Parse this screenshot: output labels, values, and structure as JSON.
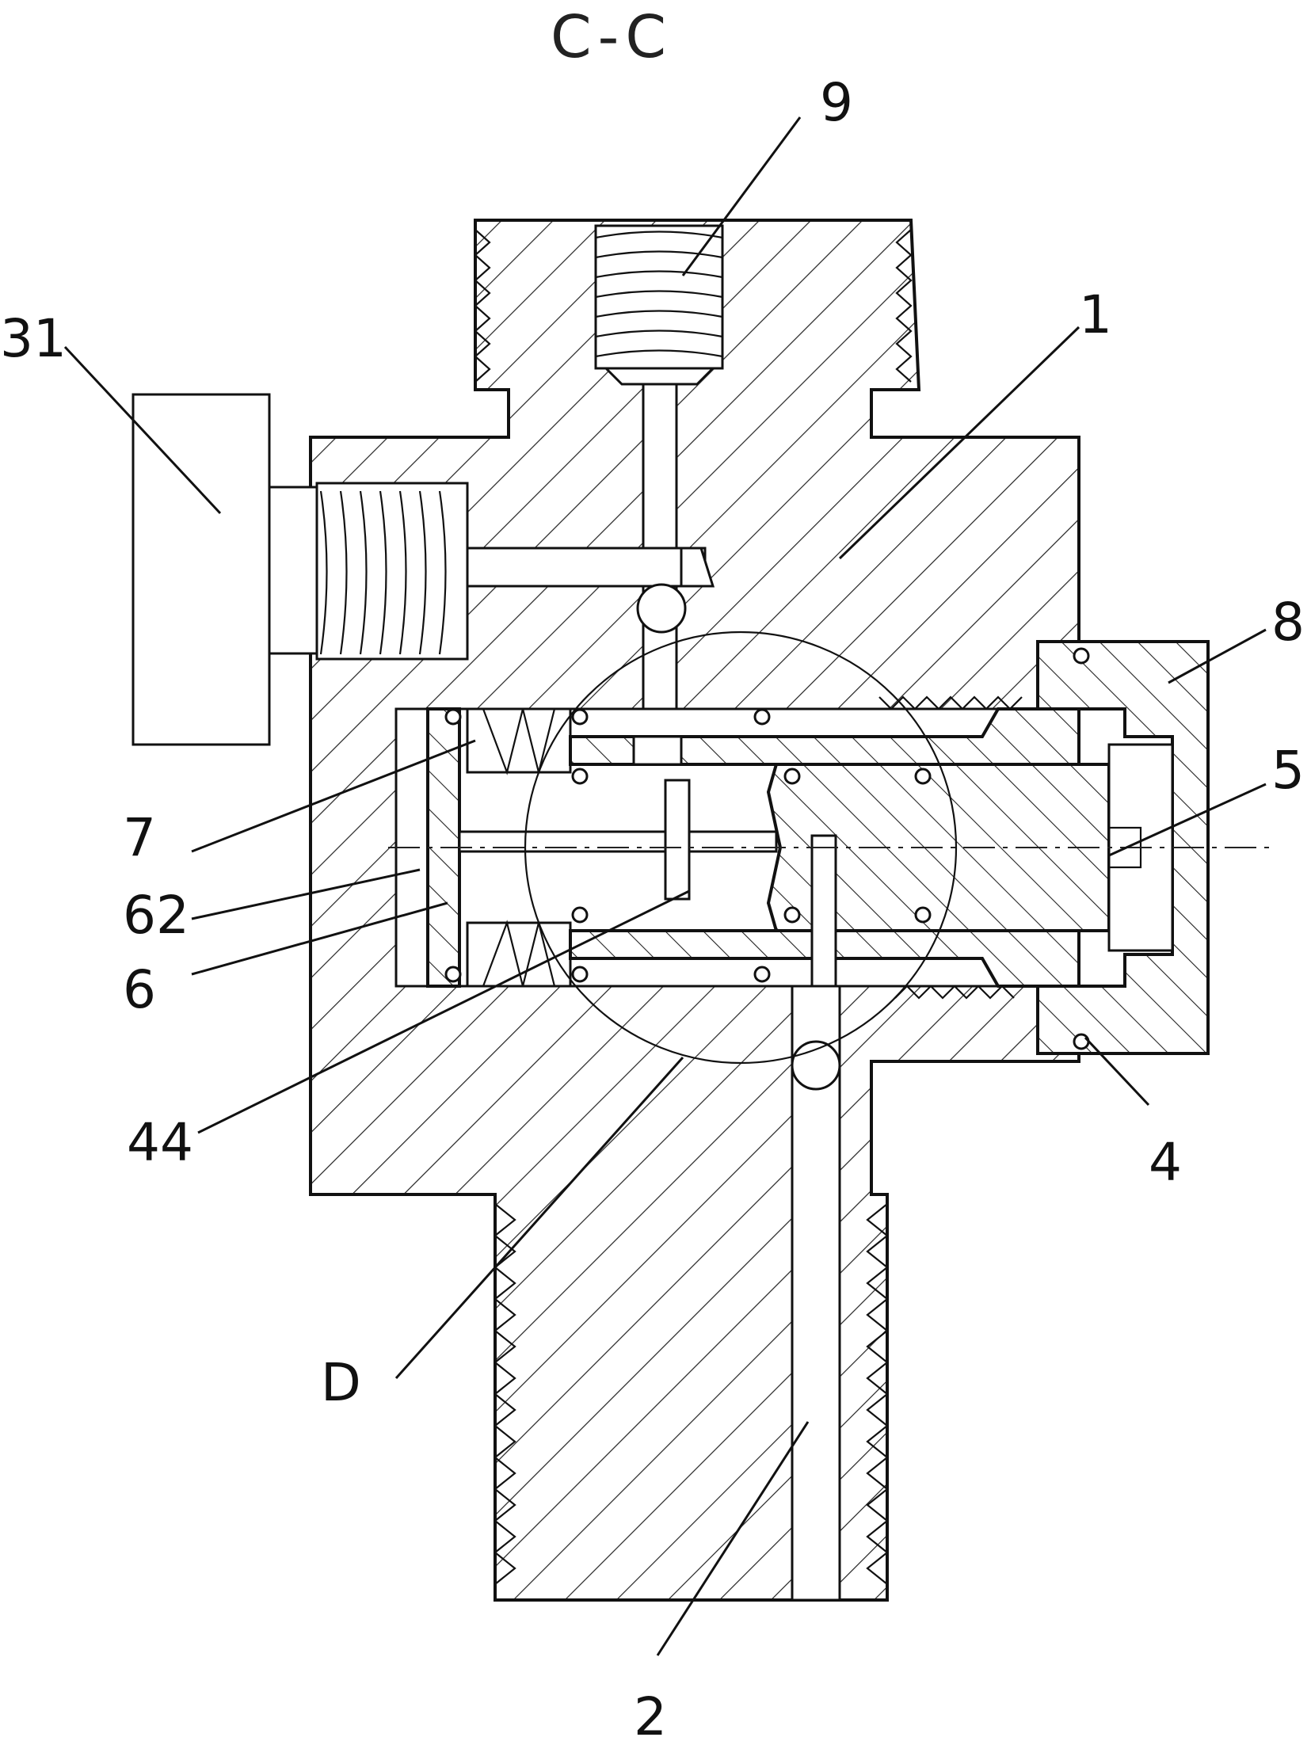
{
  "title": "C-C",
  "labels": {
    "l9": "9",
    "l31": "31",
    "l1": "1",
    "l8": "8",
    "l5": "5",
    "l7": "7",
    "l62": "62",
    "l6": "6",
    "l44": "44",
    "l4": "4",
    "lD": "D",
    "l2": "2"
  }
}
